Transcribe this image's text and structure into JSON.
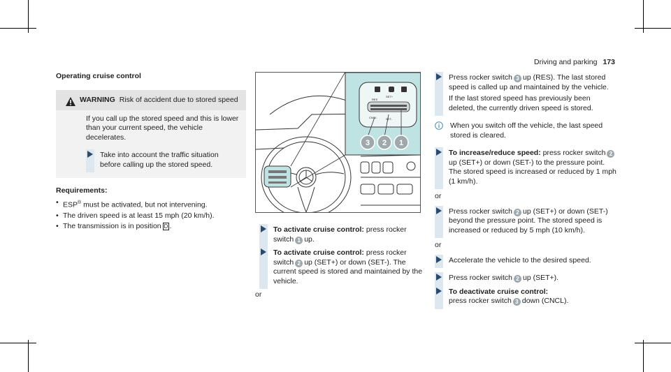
{
  "running_head": {
    "section": "Driving and parking",
    "page": "173"
  },
  "column1": {
    "title": "Operating cruise control",
    "warning": {
      "label": "WARNING",
      "heading": "Risk of accident due to stored speed",
      "body": "If you call up the stored speed and this is lower than your current speed, the vehicle decelerates.",
      "step": "Take into account the traffic situation before calling up the stored speed."
    },
    "requirements_title": "Requirements:",
    "requirements": [
      "must be activated, but not intervening.",
      "The driven speed is at least 15 mph (20 km/h).",
      "The transmission is in position"
    ],
    "esp_label": "ESP",
    "esp_sup": "®",
    "gear_symbol": "D"
  },
  "figure": {
    "callouts": [
      "3",
      "2",
      "1"
    ],
    "button_labels": {
      "res": "RES",
      "set_plus": "SET+",
      "cncl": "CNCL",
      "set_minus": "SET-"
    },
    "colors": {
      "panel": "#bfe3e3",
      "line": "#333333"
    }
  },
  "column2": {
    "step1_bold": "To activate cruise control:",
    "step1_text_a": "press rocker switch",
    "step1_num": "1",
    "step1_text_b": "up.",
    "step2_bold": "To activate cruise control:",
    "step2_text_a": "press rocker switch",
    "step2_num": "2",
    "step2_text_b": "up (SET+) or down (SET-). The current speed is stored and maintained by the vehicle.",
    "or": "or"
  },
  "column3": {
    "s1_a": "Press rocker switch",
    "s1_num": "3",
    "s1_b": "up (RES). The last stored speed is called up and maintained by the vehicle.",
    "s1_c": "If the last stored speed has previously been deleted, the currently driven speed is stored.",
    "note": "When you switch off the vehicle, the last speed stored is cleared.",
    "s2_bold": "To increase/reduce speed:",
    "s2_a": "press rocker switch",
    "s2_num": "2",
    "s2_b": "up (SET+) or down (SET-) to the pressure point. The stored speed is increased or reduced by 1 mph (1 km/h).",
    "or1": "or",
    "s3_a": "Press rocker switch",
    "s3_num": "2",
    "s3_b": "up (SET+) or down (SET-) beyond the pressure point. The stored speed is increased or reduced by 5 mph (10 km/h).",
    "or2": "or",
    "s4": "Accelerate the vehicle to the desired speed.",
    "s5_a": "Press rocker switch",
    "s5_num": "2",
    "s5_b": "up (SET+).",
    "s6_bold": "To deactivate cruise control:",
    "s6_a": "press rocker switch",
    "s6_num": "3",
    "s6_b": "down (CNCL)."
  }
}
